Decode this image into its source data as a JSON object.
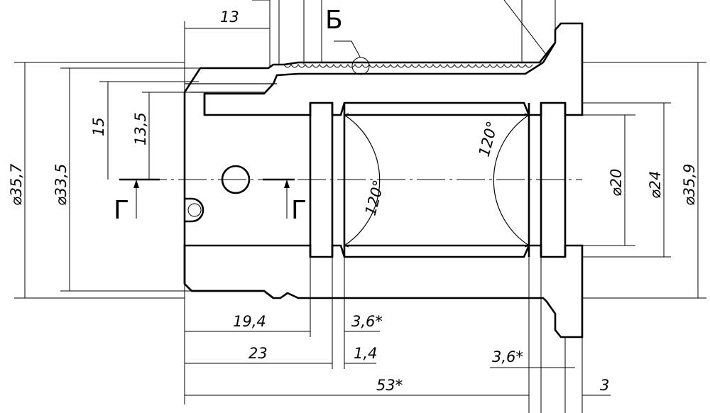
{
  "view": {
    "section_letter": "Б",
    "cut_letter": "Г"
  },
  "dimensions": {
    "top_13": "13",
    "d_35_7": "⌀35,7",
    "d_33_5": "⌀33,5",
    "h_15": "15",
    "h_13_5": "13,5",
    "angle_120": "120°",
    "d_20": "⌀20",
    "d_24": "⌀24",
    "d_35_9": "⌀35,9",
    "l_19_4": "19,4",
    "l_3_6a": "3,6*",
    "l_23": "23",
    "l_1_4": "1,4",
    "l_3_6b": "3,6*",
    "l_53": "53*",
    "l_3": "3"
  },
  "colors": {
    "line": "#000000",
    "background": "#ffffff"
  }
}
